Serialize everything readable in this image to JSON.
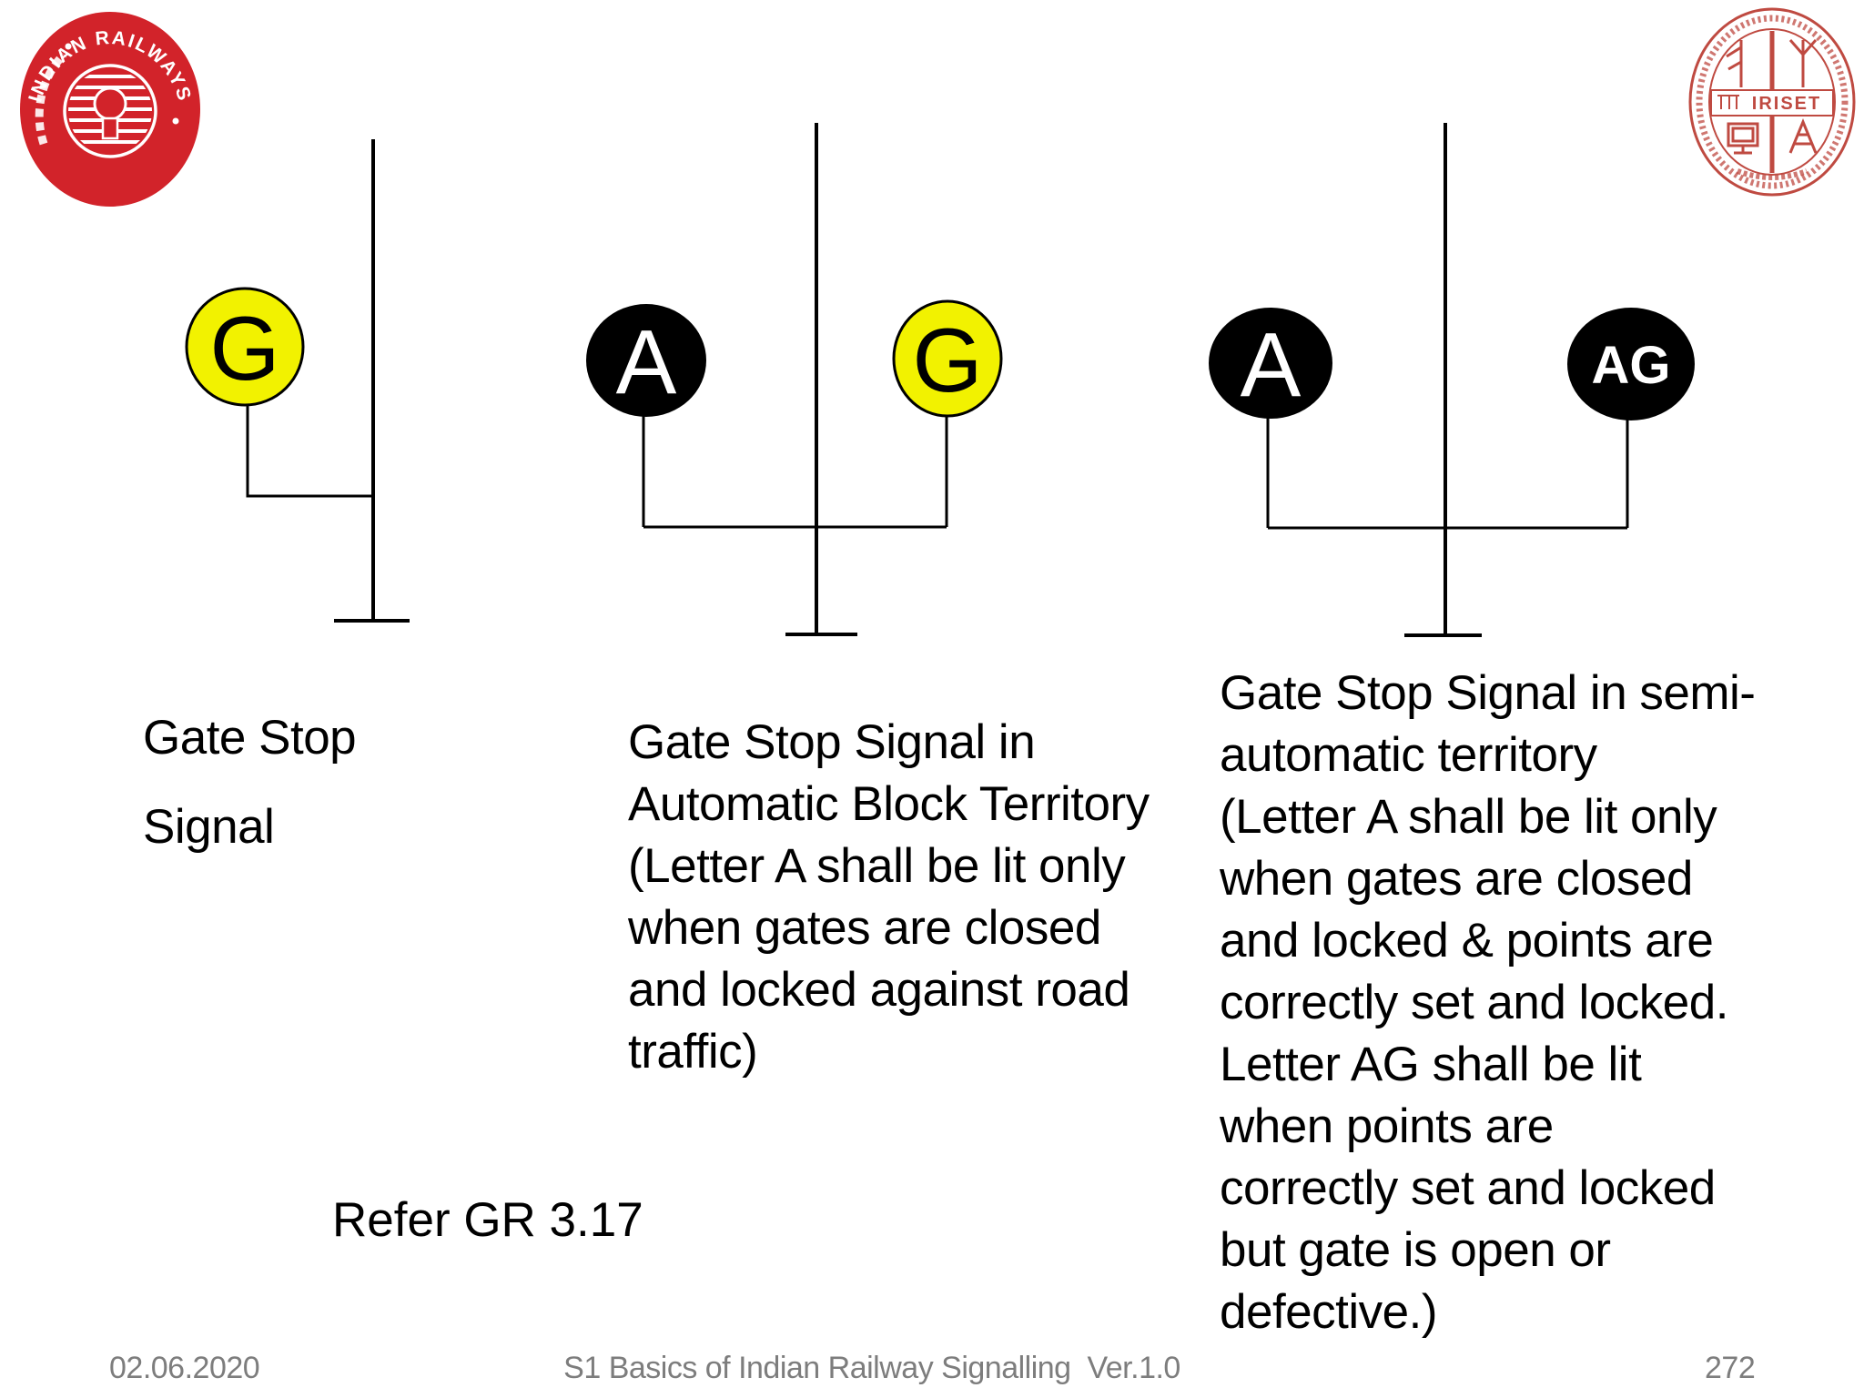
{
  "slide": {
    "background": "#ffffff",
    "logos": {
      "left": {
        "name": "Indian Railways emblem",
        "text": "INDIAN RAILWAYS",
        "color": "#d2232a"
      },
      "right": {
        "name": "IRISET emblem",
        "text": "IRISET",
        "color": "#bf4a41"
      }
    },
    "signals": [
      {
        "name": "Gate Stop Signal",
        "lamps": [
          {
            "label": "G",
            "fill": "#f2f200",
            "letter_color": "#000000"
          }
        ],
        "caption_lines": [
          "Gate Stop",
          "Signal"
        ]
      },
      {
        "name": "Gate Stop Signal in Automatic Block Territory",
        "lamps": [
          {
            "label": "A",
            "fill": "#000000",
            "letter_color": "#ffffff"
          },
          {
            "label": "G",
            "fill": "#f2f200",
            "letter_color": "#000000"
          }
        ],
        "caption_lines": [
          "Gate Stop Signal in",
          "Automatic Block Territory",
          "(Letter A shall be lit only",
          "when gates are closed",
          "and locked against road",
          "traffic)"
        ]
      },
      {
        "name": "Gate Stop Signal in semi-automatic territory",
        "lamps": [
          {
            "label": "A",
            "fill": "#000000",
            "letter_color": "#ffffff"
          },
          {
            "label": "AG",
            "fill": "#000000",
            "letter_color": "#ffffff"
          }
        ],
        "caption_lines": [
          "Gate Stop Signal in semi-",
          "automatic territory",
          "(Letter A shall be lit only",
          "when gates are closed",
          "and locked & points are",
          "correctly set and locked.",
          "Letter AG shall be lit",
          "when points are",
          "correctly set and locked",
          "but gate is open or",
          "defective.)"
        ]
      }
    ],
    "refer_note": "Refer GR 3.17",
    "footer": {
      "date": "02.06.2020",
      "title": "S1 Basics of Indian Railway Signalling  Ver.1.0",
      "page": "272"
    }
  }
}
